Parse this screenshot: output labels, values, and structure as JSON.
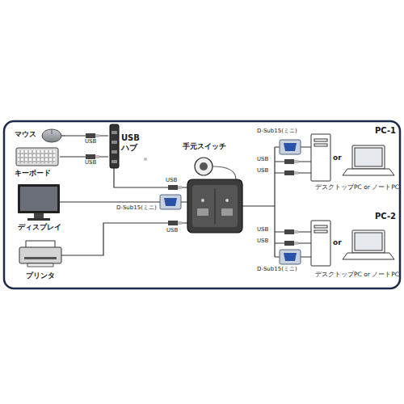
{
  "diagram": {
    "nodes": [
      {
        "text": [
          "マウス"
        ]
      },
      {
        "text": [
          "キーボード"
        ]
      },
      {
        "text": [
          "USB ハブ"
        ]
      },
      {
        "text": [
          "手元スイッチ"
        ]
      },
      {
        "text": [
          "ディスプレイ"
        ]
      },
      {
        "text": [
          "プリンタ"
        ]
      },
      {
        "text": [
          "PC-1",
          "デスクトップPC or ノートPC"
        ]
      },
      {
        "text": [
          "PC-2",
          "デスクトップPC or ノートPC"
        ]
      }
    ],
    "edges": [
      {
        "from": 0,
        "to": 2,
        "arrow": "none"
      },
      {
        "from": 1,
        "to": 2,
        "arrow": "none"
      }
    ],
    "labels": [
      "USB",
      "USB",
      "USB",
      "D-Sub15(ミニ)",
      "USB",
      "D-Sub15(ミニ)",
      "USB",
      "USB",
      "or",
      "USB",
      "USB",
      "D-Sub15(ミニ)",
      "or"
    ]
  }
}
